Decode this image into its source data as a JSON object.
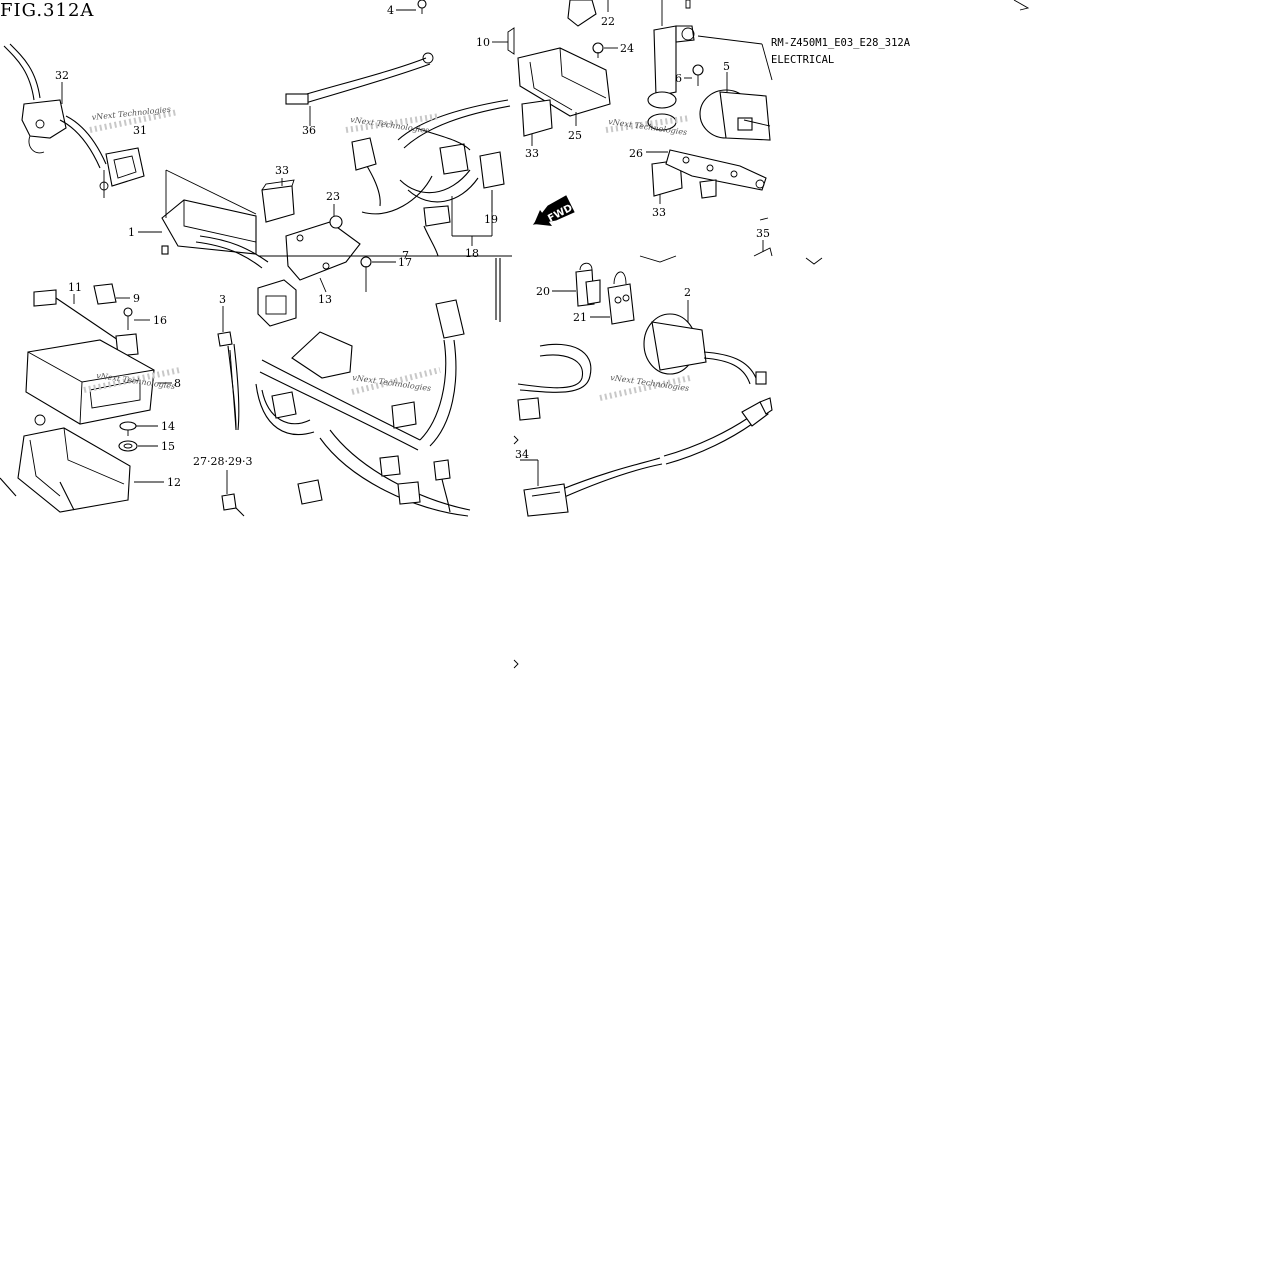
{
  "figure": {
    "label": "FIG.312A",
    "code": "RM-Z450M1_E03_E28_312A",
    "section": "ELECTRICAL"
  },
  "direction": {
    "label": "FWD"
  },
  "watermark": {
    "text": "vNext Technologies"
  },
  "callouts": {
    "c1": "1",
    "c2": "2",
    "c3": "3",
    "c4": "4",
    "c5": "5",
    "c6": "6",
    "c7": "7",
    "c8": "8",
    "c9": "9",
    "c10": "10",
    "c11": "11",
    "c12": "12",
    "c13": "13",
    "c14": "14",
    "c15": "15",
    "c16": "16",
    "c17": "17",
    "c18": "18",
    "c19": "19",
    "c20": "20",
    "c21": "21",
    "c22": "22",
    "c23": "23",
    "c24": "24",
    "c25": "25",
    "c26": "26",
    "c31": "31",
    "c32": "32",
    "c33a": "33",
    "c33b": "33",
    "c33c": "33",
    "c34": "34",
    "c35": "35",
    "c36": "36",
    "c27": "27·28·29·3"
  }
}
